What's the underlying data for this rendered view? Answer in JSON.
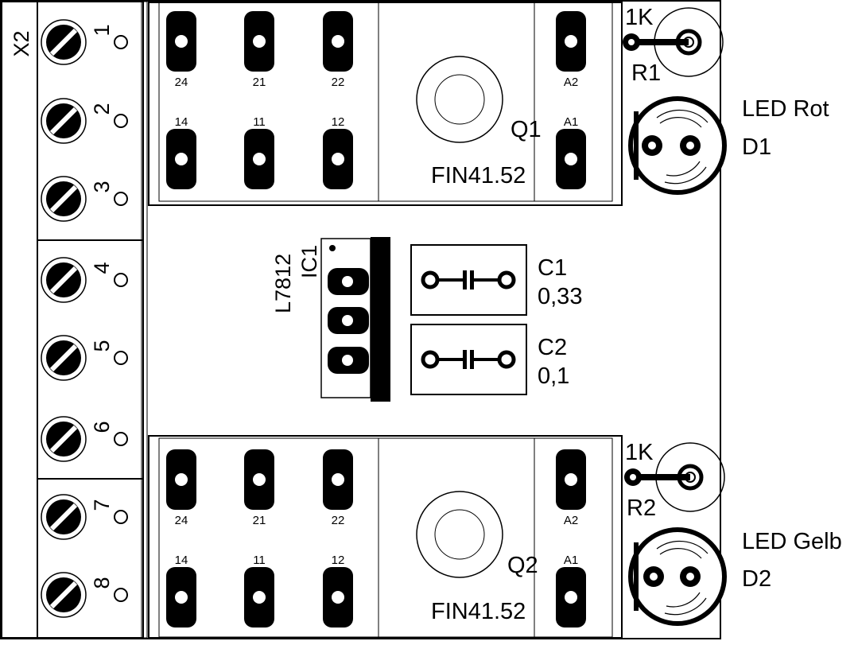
{
  "connector": {
    "label": "X2",
    "pins": [
      "1",
      "2",
      "3",
      "4",
      "5",
      "6",
      "7",
      "8"
    ]
  },
  "relay_top": {
    "designator": "Q1",
    "part": "FIN41.52",
    "pins_top": [
      "24",
      "21",
      "22",
      "A2"
    ],
    "pins_bottom": [
      "14",
      "11",
      "12",
      "A1"
    ]
  },
  "relay_bottom": {
    "designator": "Q2",
    "part": "FIN41.52",
    "pins_top": [
      "24",
      "21",
      "22",
      "A2"
    ],
    "pins_bottom": [
      "14",
      "11",
      "12",
      "A1"
    ]
  },
  "resistor_top": {
    "designator": "R1",
    "value": "1K"
  },
  "resistor_bottom": {
    "designator": "R2",
    "value": "1K"
  },
  "led_top": {
    "designator": "D1",
    "label": "LED Rot"
  },
  "led_bottom": {
    "designator": "D2",
    "label": "LED Gelb"
  },
  "regulator": {
    "designator": "IC1",
    "part": "L7812"
  },
  "cap1": {
    "designator": "C1",
    "value": "0,33"
  },
  "cap2": {
    "designator": "C2",
    "value": "0,1"
  }
}
